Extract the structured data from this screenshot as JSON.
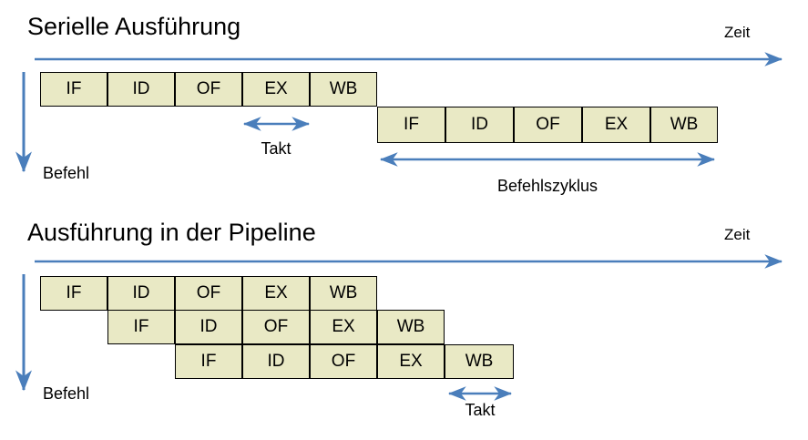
{
  "accent_color": "#4A7EBB",
  "box_fill": "#E9E9C5",
  "box_border": "#000000",
  "sections": {
    "serial": {
      "title": "Serielle Ausführung",
      "time_axis_label": "Zeit",
      "instruction_axis_label": "Befehl",
      "clock_caption": "Takt",
      "cycle_caption": "Befehlszyklus",
      "rows": [
        {
          "stages": [
            "IF",
            "ID",
            "OF",
            "EX",
            "WB"
          ]
        },
        {
          "stages": [
            "IF",
            "ID",
            "OF",
            "EX",
            "WB"
          ]
        }
      ]
    },
    "pipeline": {
      "title": "Ausführung in der Pipeline",
      "time_axis_label": "Zeit",
      "instruction_axis_label": "Befehl",
      "clock_caption": "Takt",
      "rows": [
        {
          "stages": [
            "IF",
            "ID",
            "OF",
            "EX",
            "WB"
          ]
        },
        {
          "stages": [
            "IF",
            "ID",
            "OF",
            "EX",
            "WB"
          ]
        },
        {
          "stages": [
            "IF",
            "ID",
            "OF",
            "EX",
            "WB"
          ]
        }
      ]
    }
  }
}
